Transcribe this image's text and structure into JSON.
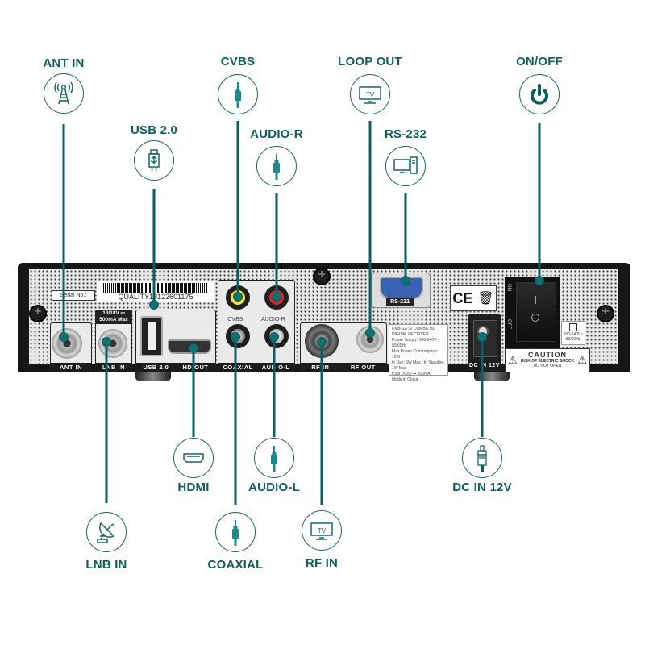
{
  "callouts": {
    "ant_in": "ANT IN",
    "usb": "USB 2.0",
    "cvbs": "CVBS",
    "audio_r": "AUDIO-R",
    "loop_out": "LOOP OUT",
    "rs232": "RS-232",
    "on_off": "ON/OFF",
    "lnb_in": "LNB IN",
    "hdmi": "HDMI",
    "coaxial": "COAXIAL",
    "audio_l": "AUDIO-L",
    "rf_in": "RF IN",
    "dc_in": "DC IN 12V"
  },
  "device": {
    "serial_label": "Serial No.:",
    "serial_value": "QUALITY18122601175",
    "lnb_spec_1": "13/18V ⎓",
    "lnb_spec_2": "500mA Max",
    "port_labels": {
      "ant_in": "ANT IN",
      "lnb_in": "LNB IN",
      "usb": "USB 2.0",
      "hd_out": "HD-OUT",
      "coaxial": "COAXIAL",
      "audio_l": "AUDIO-L",
      "cvbs": "CVBS",
      "audio_r": "AUDIO-R",
      "rf_in": "RF IN",
      "rf_out": "RF OUT",
      "rs232": "RS-232",
      "dc_in": "DC IN 12V"
    },
    "spec_sticker": [
      "DVB-S2/T2 COMBO HD DIGITAL RECEIVER",
      "Power Supply: 100-240V~ 50/60Hz",
      "Max Power Consumption: 12W",
      "In Use: 6W Max / In Standby: 1W Max",
      "USB DC5V ⎓ 500mA",
      "Made in China"
    ],
    "ce_mark": "CE",
    "switch_on": "ON",
    "switch_off": "OFF",
    "voltage_1": "100-240V~",
    "voltage_2": "50/60Hz",
    "caution_title": "CAUTION",
    "caution_line1": "RISK OF ELECTRIC SHOCK",
    "caution_line2": "DO NOT OPEN"
  },
  "colors": {
    "accent": "#0d5e5e",
    "icon_fill": "#1b8a8a"
  }
}
